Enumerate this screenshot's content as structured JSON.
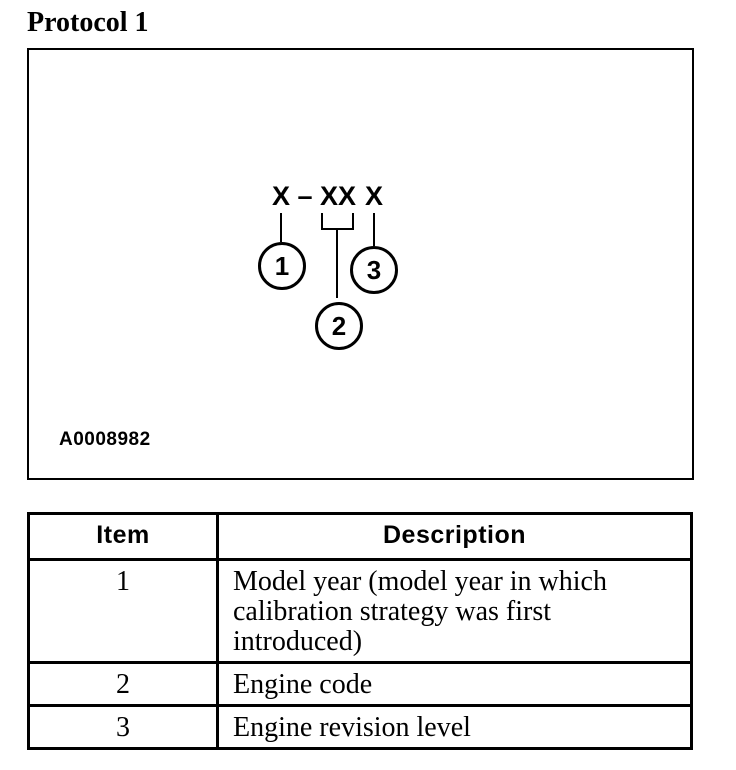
{
  "page": {
    "title": "Protocol 1"
  },
  "figure": {
    "code": {
      "part1": "X",
      "separator": "–",
      "part2": "XX",
      "part3": "X"
    },
    "callouts": [
      "1",
      "2",
      "3"
    ],
    "figure_id": "A0008982"
  },
  "table": {
    "headers": [
      "Item",
      "Description"
    ],
    "rows": [
      {
        "item": "1",
        "description": "Model year (model year in which calibration strategy was first introduced)"
      },
      {
        "item": "2",
        "description": "Engine code"
      },
      {
        "item": "3",
        "description": "Engine revision level"
      }
    ]
  },
  "colors": {
    "ink": "#000000",
    "background": "#ffffff"
  }
}
